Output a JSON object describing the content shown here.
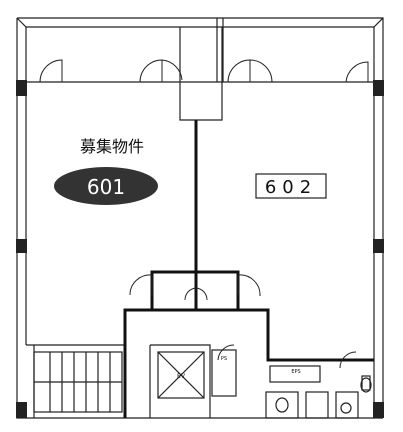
{
  "floor_plan": {
    "unit_601": {
      "heading": "募集物件",
      "number": "601",
      "badge_color": "#333333",
      "badge_text_color": "#ffffff"
    },
    "unit_602": {
      "number": "602"
    },
    "labels": {
      "eps": "EPS",
      "ps": "PS",
      "ev": "EV"
    }
  }
}
